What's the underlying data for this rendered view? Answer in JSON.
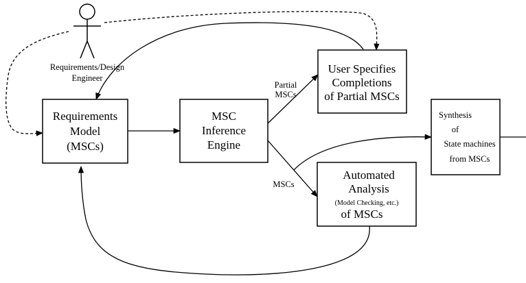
{
  "actor": {
    "label_line1": "Requirements/Design",
    "label_line2": "Engineer"
  },
  "nodes": {
    "requirements_model": {
      "lines": [
        "Requirements",
        "Model",
        "(MSCs)"
      ]
    },
    "inference_engine": {
      "lines": [
        "MSC",
        "Inference",
        "Engine"
      ]
    },
    "user_specifies": {
      "lines": [
        "User Specifies",
        "Completions",
        "of Partial MSCs"
      ]
    },
    "synthesis": {
      "lines": [
        "Synthesis",
        "of",
        "State machines",
        "from MSCs"
      ]
    },
    "automated_analysis": {
      "lines": [
        "Automated",
        "Analysis",
        "(Model Checking, etc.)",
        "of  MSCs"
      ]
    }
  },
  "edge_labels": {
    "partial_msc_line1": "Partial",
    "partial_msc_line2": "MSCs",
    "msc": "MSCs"
  }
}
